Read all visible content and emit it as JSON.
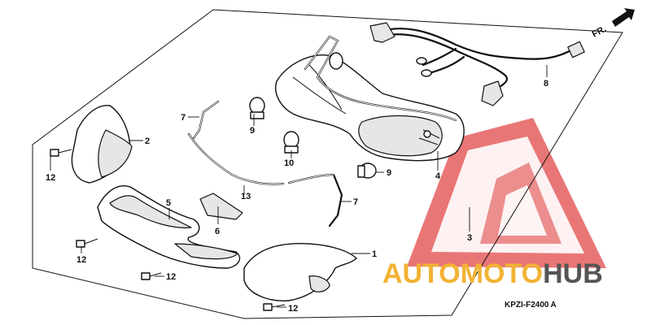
{
  "callouts": {
    "p1": "1",
    "p2": "2",
    "p3": "3",
    "p4": "4",
    "p5": "5",
    "p6": "6",
    "p7a": "7",
    "p7b": "7",
    "p8": "8",
    "p9a": "9",
    "p9b": "9",
    "p10": "10",
    "p12a": "12",
    "p12b": "12",
    "p12c": "12",
    "p12d": "12",
    "p13": "13"
  },
  "direction_label": "FR.",
  "diagram_code": "KPZI-F2400",
  "diagram_code_suffix": "A",
  "watermark": {
    "part1": "AUTO",
    "part2": "MOTO",
    "part3": "HUB"
  },
  "colors": {
    "watermark_red": "#e03c3c",
    "watermark_orange": "#f2b233",
    "watermark_gray": "#555555",
    "line": "#111111"
  }
}
